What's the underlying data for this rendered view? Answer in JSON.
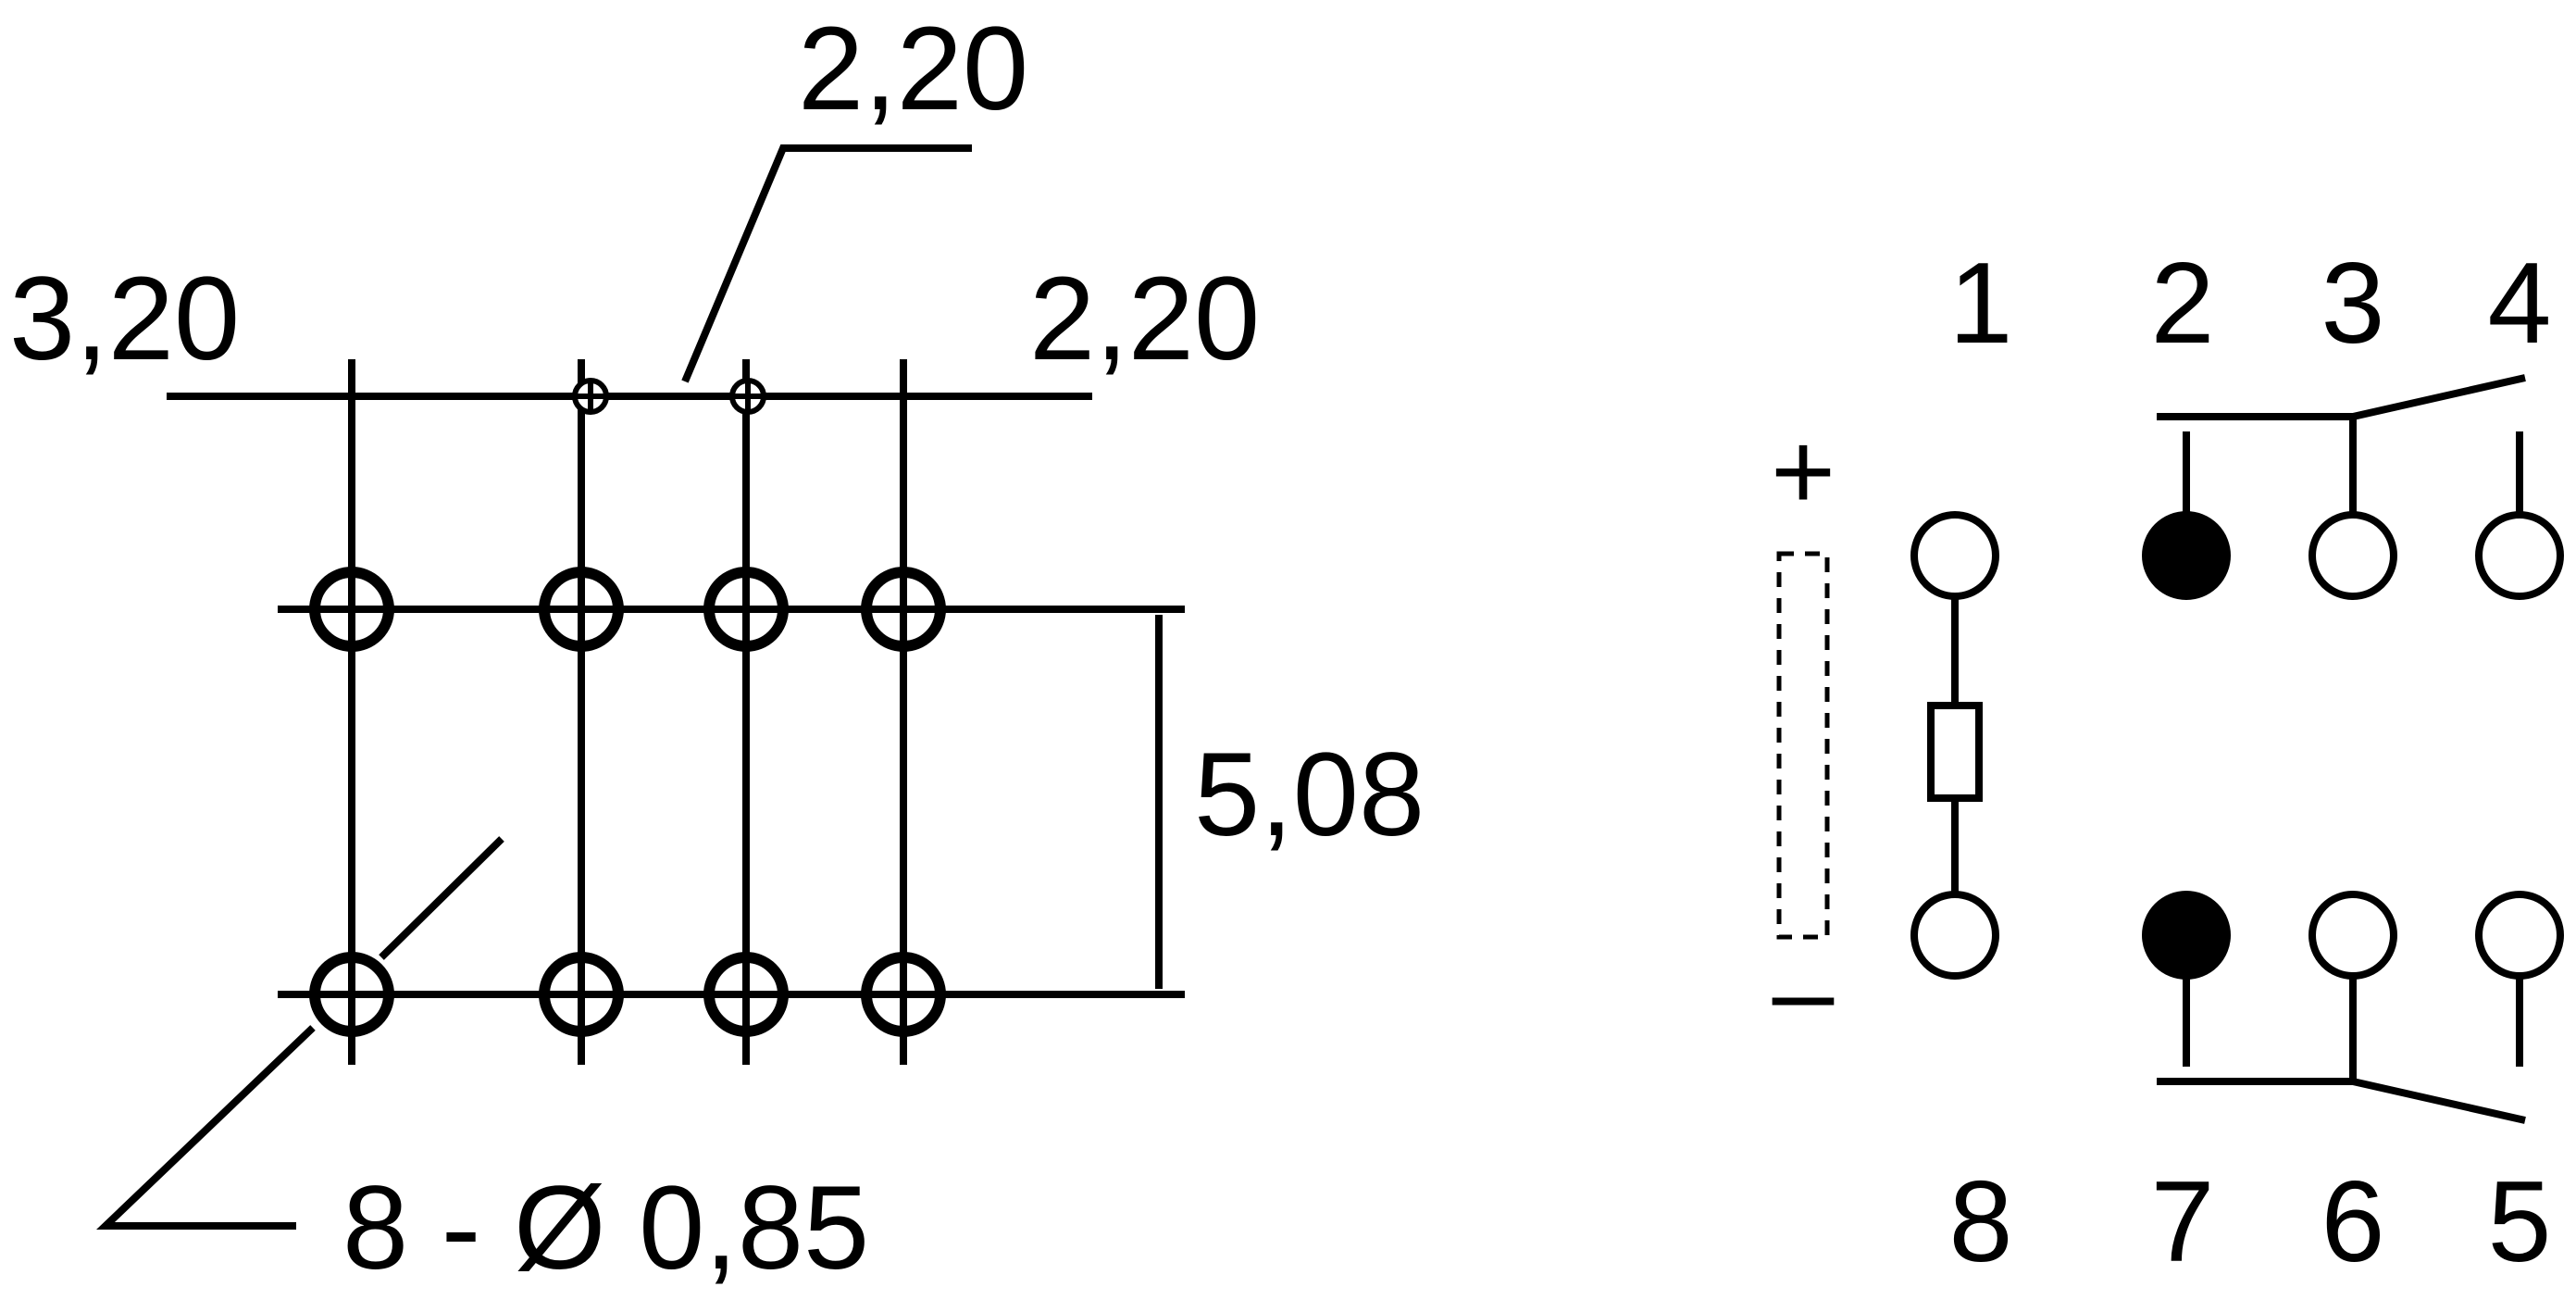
{
  "footprint": {
    "dim_left_spacing": "3,20",
    "dim_top_spacing": "2,20",
    "dim_right_spacing": "2,20",
    "dim_row_pitch": "5,08",
    "dim_hole": "8 - Ø 0,85"
  },
  "schematic": {
    "top_pins": [
      "1",
      "2",
      "3",
      "4"
    ],
    "bottom_pins": [
      "8",
      "7",
      "6",
      "5"
    ],
    "plus_sign": "+",
    "minus_sign": "–"
  }
}
